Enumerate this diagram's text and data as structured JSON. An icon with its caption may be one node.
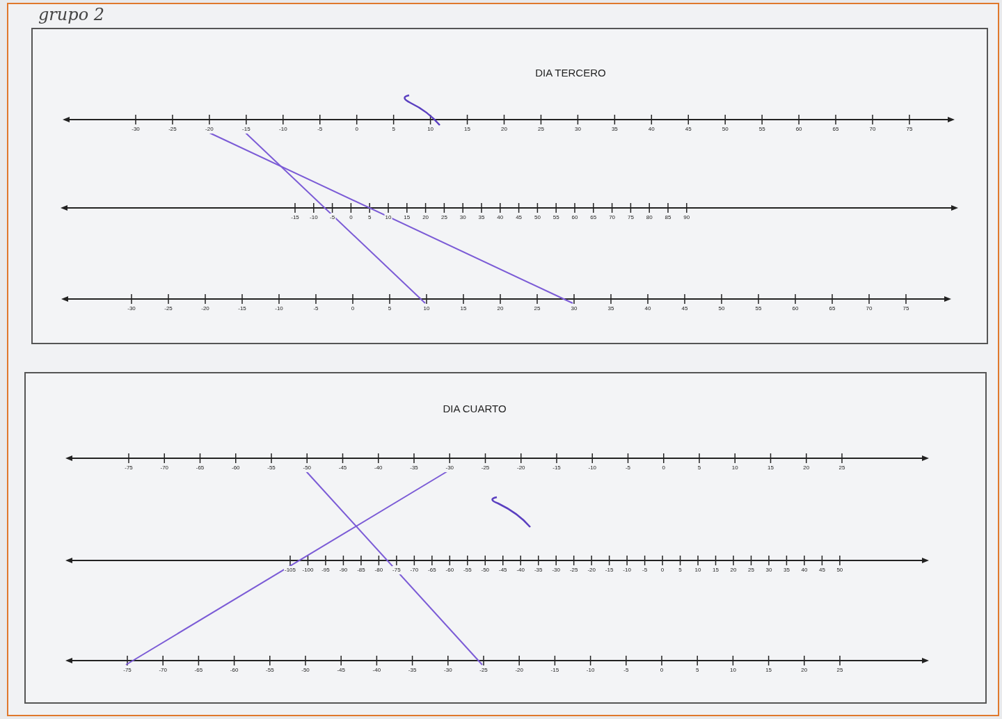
{
  "diagram": {
    "title": "grupo 2",
    "nodes": [
      {
        "text": [
          "DIA TERCERO"
        ]
      },
      {
        "text": [
          "-20"
        ],
        "in": 0
      },
      {
        "text": [
          "-15"
        ],
        "in": 0
      },
      {
        "text": [
          "10"
        ],
        "in": 0
      },
      {
        "text": [
          "30"
        ],
        "in": 0
      },
      {
        "text": [
          "DIA CUARTO"
        ]
      },
      {
        "text": [
          "-50"
        ],
        "in": 5
      },
      {
        "text": [
          "-30"
        ],
        "in": 5
      },
      {
        "text": [
          "-75"
        ],
        "in": 5
      },
      {
        "text": [
          "-25"
        ],
        "in": 5
      }
    ],
    "edges": [
      {
        "from": 1,
        "to": 4,
        "arrow": "none"
      },
      {
        "from": 2,
        "to": 3,
        "arrow": "none"
      },
      {
        "from": 7,
        "to": 8,
        "arrow": "none"
      },
      {
        "from": 6,
        "to": 9,
        "arrow": "none"
      }
    ],
    "labels": [
      "-30",
      "-25",
      "-10",
      "-5",
      "0",
      "5",
      "10",
      "15",
      "20",
      "25",
      "30",
      "35",
      "40",
      "45",
      "50",
      "55",
      "60",
      "65",
      "70",
      "75",
      "-15",
      "-10",
      "-5",
      "0",
      "5",
      "10",
      "15",
      "20",
      "25",
      "30",
      "35",
      "40",
      "45",
      "50",
      "55",
      "60",
      "65",
      "70",
      "75",
      "80",
      "85",
      "90",
      "-30",
      "-25",
      "-20",
      "-15",
      "-10",
      "-5",
      "0",
      "5",
      "15",
      "20",
      "25",
      "35",
      "40",
      "45",
      "50",
      "55",
      "60",
      "65",
      "70",
      "75",
      "-75",
      "-70",
      "-65",
      "-60",
      "-55",
      "-45",
      "-40",
      "-35",
      "-25",
      "-20",
      "-15",
      "-10",
      "-5",
      "0",
      "5",
      "10",
      "15",
      "20",
      "25",
      "-105",
      "-100",
      "-95",
      "-90",
      "-85",
      "-80",
      "-75",
      "-70",
      "-65",
      "-60",
      "-55",
      "-50",
      "-45",
      "-40",
      "-35",
      "-30",
      "-25",
      "-20",
      "-15",
      "-10",
      "-5",
      "0",
      "5",
      "10",
      "15",
      "20",
      "25",
      "30",
      "35",
      "40",
      "45",
      "50",
      "-70",
      "-65",
      "-60",
      "-55",
      "-50",
      "-45",
      "-40",
      "-35",
      "-30",
      "-20",
      "-15",
      "-10",
      "-5",
      "0",
      "5",
      "10",
      "15",
      "20",
      "25"
    ]
  }
}
